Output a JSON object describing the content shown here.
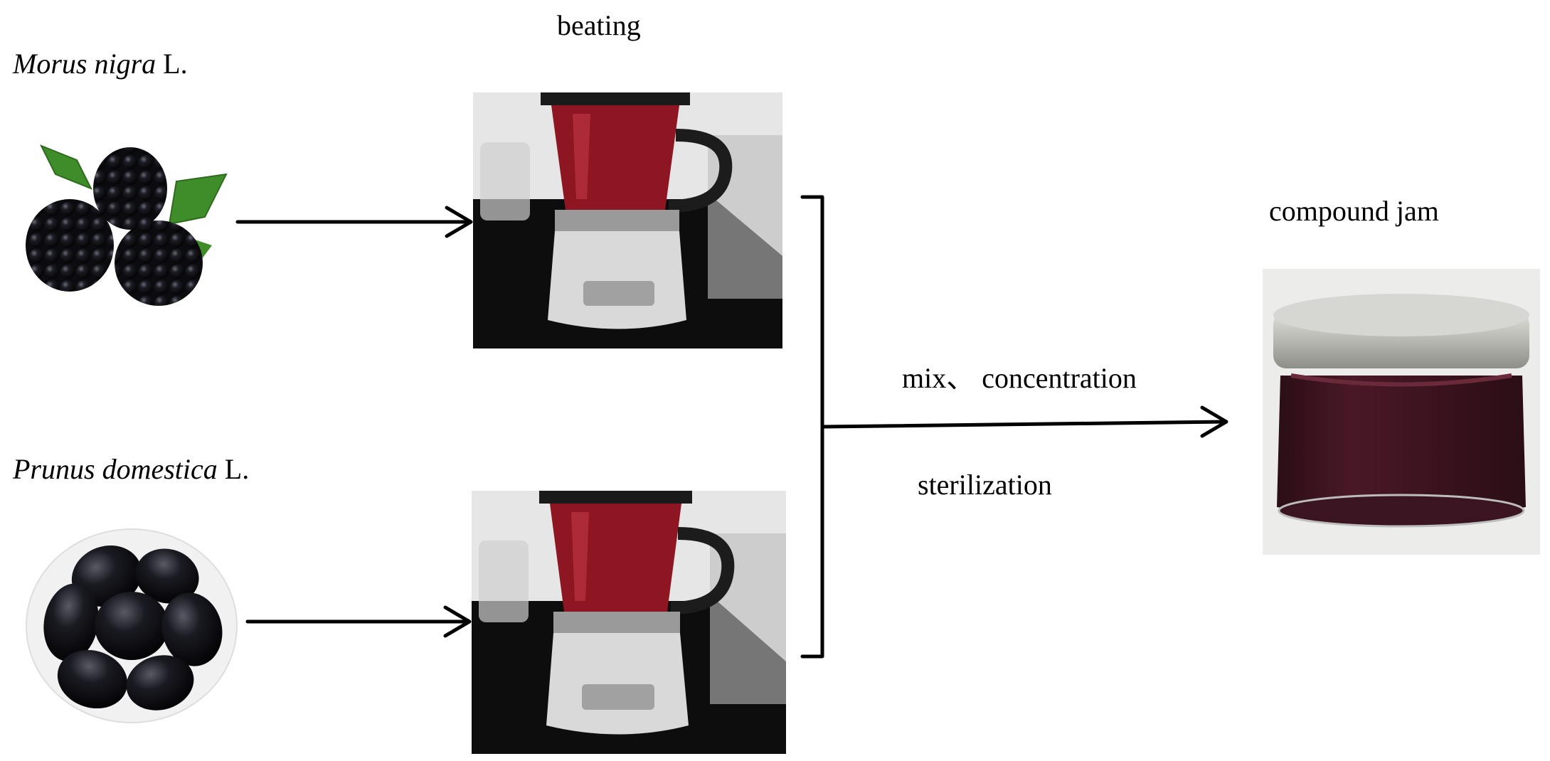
{
  "species": [
    {
      "genus_species": "Morus nigra",
      "authority": "L."
    },
    {
      "genus_species": "Prunus domestica",
      "authority": "L."
    }
  ],
  "step1_label": "beating",
  "step2_label_line1": "mix、 concentration",
  "step2_label_line2": "sterilization",
  "product_label": "compound jam",
  "colors": {
    "line": "#000000",
    "jam": "#3e1420",
    "lid": "#c8c8c4",
    "blender_jug": "#8e1522"
  }
}
